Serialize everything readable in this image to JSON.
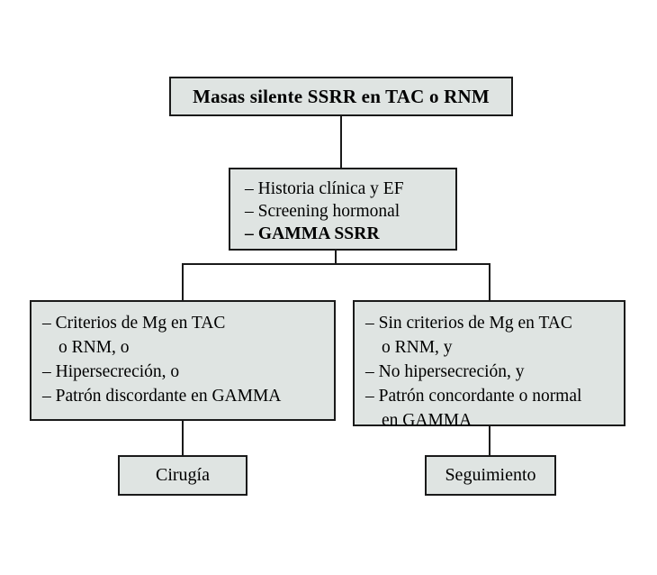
{
  "diagram": {
    "title_node": {
      "text": "Masas silente SSRR en TAC o RNM",
      "style": "bold"
    },
    "workup_node": {
      "lines": [
        "– Historia clínica y EF",
        "– Screening hormonal",
        "– GAMMA SSRR"
      ]
    },
    "surgical_criteria_node": {
      "lines": [
        "– Criterios de Mg en TAC",
        "o RNM, o",
        "– Hipersecreción, o",
        "– Patrón discordante en GAMMA"
      ]
    },
    "followup_criteria_node": {
      "lines": [
        "– Sin criterios de Mg en TAC",
        "o RNM, y",
        "– No hipersecreción, y",
        "– Patrón concordante o normal",
        "en GAMMA"
      ]
    },
    "surgery_node": {
      "label": "Cirugía"
    },
    "followup_node": {
      "label": "Seguimiento"
    },
    "colors": {
      "node_fill": "#dfe4e2",
      "node_border": "#1a1a1a",
      "connector": "#1a1a1a",
      "background": "#ffffff",
      "text": "#000000"
    }
  }
}
